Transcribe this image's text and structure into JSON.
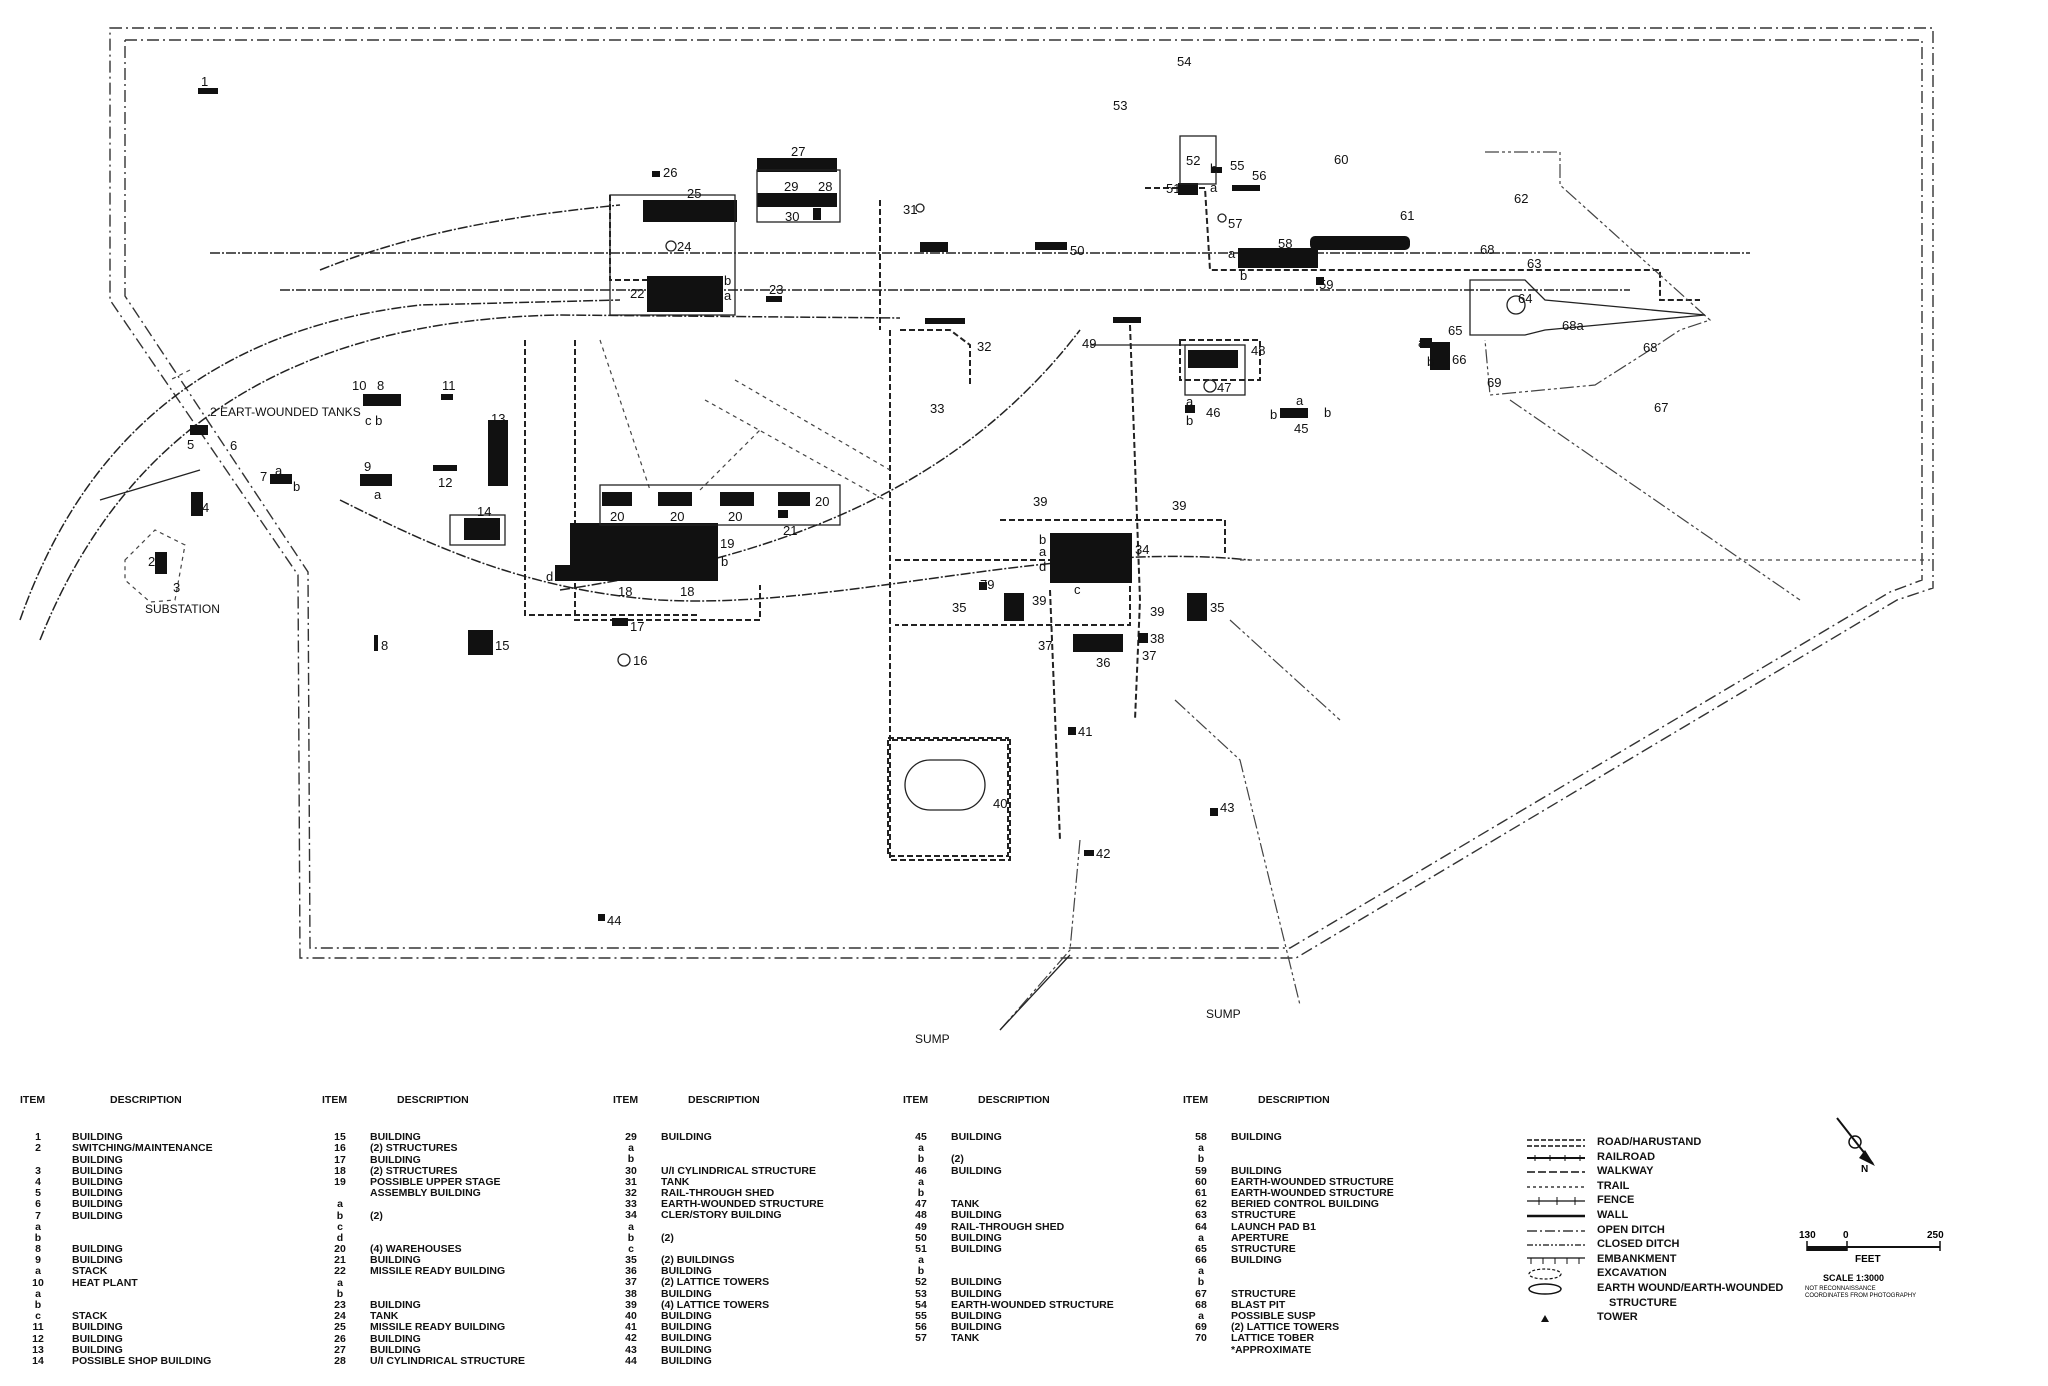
{
  "map": {
    "annotations": {
      "eart_wounded_tanks": "2 EART-WOUNDED TANKS",
      "substation": "SUBSTATION",
      "sump_left": "SUMP",
      "sump_right": "SUMP"
    },
    "labels": {
      "n1": "1",
      "n2": "2",
      "n3": "3",
      "n4": "4",
      "n5": "5",
      "n6": "6",
      "n7": "7",
      "n8": "8",
      "n8b": "8",
      "n9": "9",
      "n10": "10",
      "n11": "11",
      "n12": "12",
      "n13": "13",
      "n14": "14",
      "n15": "15",
      "n16": "16",
      "n17": "17",
      "n18a": "18",
      "n18b": "18",
      "n19": "19",
      "n20a": "20",
      "n20b": "20",
      "n20c": "20",
      "n20d": "20",
      "n21": "21",
      "n22": "22",
      "n23": "23",
      "n24": "24",
      "n25": "25",
      "n26": "26",
      "n27": "27",
      "n28": "28",
      "n29": "29",
      "n30": "30",
      "n31": "31",
      "n32": "32",
      "n33": "33",
      "n34": "34",
      "n35a": "35",
      "n35b": "35",
      "n36": "36",
      "n37a": "37",
      "n37b": "37",
      "n38": "38",
      "n39a": "39",
      "n39b": "39",
      "n39c": "39",
      "n39d": "39",
      "n40": "40",
      "n41": "41",
      "n42": "42",
      "n43": "43",
      "n44": "44",
      "n45": "45",
      "n46": "46",
      "n47": "47",
      "n48": "48",
      "n49": "49",
      "n50": "50",
      "n51": "51",
      "n52": "52",
      "n53": "53",
      "n54": "54",
      "n55": "55",
      "n56": "56",
      "n57": "57",
      "n58": "58",
      "n59": "59",
      "n60": "60",
      "n61": "61",
      "n62": "62",
      "n63": "63",
      "n64": "64",
      "n65": "65",
      "n66": "66",
      "n67": "67",
      "n68a": "68",
      "n68b": "68",
      "n68c": "68a",
      "n69": "69",
      "n79": "79"
    },
    "letters": {
      "a": "a",
      "b": "b",
      "c": "c",
      "d": "d",
      "cb": "c b"
    }
  },
  "columns": [
    {
      "head_item": "ITEM",
      "head_desc": "DESCRIPTION",
      "rows": [
        [
          "",
          ""
        ],
        [
          "1",
          "BUILDING"
        ],
        [
          "2",
          "SWITCHING/MAINTENANCE"
        ],
        [
          "",
          "  BUILDING"
        ],
        [
          "3",
          "BUILDING"
        ],
        [
          "4",
          "BUILDING"
        ],
        [
          "5",
          "BUILDING"
        ],
        [
          "6",
          "BUILDING"
        ],
        [
          "7",
          "BUILDING"
        ],
        [
          "a",
          ""
        ],
        [
          "b",
          ""
        ],
        [
          "8",
          "BUILDING"
        ],
        [
          "9",
          "BUILDING"
        ],
        [
          "a",
          "STACK"
        ],
        [
          "10",
          "HEAT PLANT"
        ],
        [
          "a",
          ""
        ],
        [
          "b",
          ""
        ],
        [
          "c",
          "STACK"
        ],
        [
          "11",
          "BUILDING"
        ],
        [
          "12",
          "BUILDING"
        ],
        [
          "13",
          "BUILDING"
        ],
        [
          "14",
          "POSSIBLE SHOP BUILDING"
        ]
      ]
    },
    {
      "head_item": "ITEM",
      "head_desc": "DESCRIPTION",
      "rows": [
        [
          "",
          ""
        ],
        [
          "15",
          "BUILDING"
        ],
        [
          "16",
          "(2) STRUCTURES"
        ],
        [
          "17",
          "BUILDING"
        ],
        [
          "18",
          "(2) STRUCTURES"
        ],
        [
          "19",
          "POSSIBLE UPPER STAGE"
        ],
        [
          "",
          "  ASSEMBLY BUILDING"
        ],
        [
          "a",
          ""
        ],
        [
          "b",
          "(2)"
        ],
        [
          "c",
          ""
        ],
        [
          "d",
          ""
        ],
        [
          "20",
          "(4) WAREHOUSES"
        ],
        [
          "21",
          "BUILDING"
        ],
        [
          "22",
          "MISSILE READY BUILDING"
        ],
        [
          "a",
          ""
        ],
        [
          "b",
          ""
        ],
        [
          "23",
          "BUILDING"
        ],
        [
          "24",
          "TANK"
        ],
        [
          "25",
          "MISSILE READY BUILDING"
        ],
        [
          "26",
          "BUILDING"
        ],
        [
          "27",
          "BUILDING"
        ],
        [
          "28",
          "U/I CYLINDRICAL STRUCTURE"
        ]
      ]
    },
    {
      "head_item": "ITEM",
      "head_desc": "DESCRIPTION",
      "rows": [
        [
          "29",
          "BUILDING"
        ],
        [
          "a",
          ""
        ],
        [
          "b",
          ""
        ],
        [
          "30",
          "U/I CYLINDRICAL STRUCTURE"
        ],
        [
          "31",
          "TANK"
        ],
        [
          "32",
          "RAIL-THROUGH SHED"
        ],
        [
          "33",
          "EARTH-WOUNDED STRUCTURE"
        ],
        [
          "34",
          "CLER/STORY BUILDING"
        ],
        [
          "a",
          ""
        ],
        [
          "b",
          "(2)"
        ],
        [
          "c",
          ""
        ],
        [
          "35",
          "(2) BUILDINGS"
        ],
        [
          "36",
          "BUILDING"
        ],
        [
          "37",
          "(2) LATTICE TOWERS"
        ],
        [
          "38",
          "BUILDING"
        ],
        [
          "39",
          "(4) LATTICE TOWERS"
        ],
        [
          "40",
          "BUILDING"
        ],
        [
          "41",
          "BUILDING"
        ],
        [
          "42",
          "BUILDING"
        ],
        [
          "43",
          "BUILDING"
        ],
        [
          "44",
          "BUILDING"
        ]
      ]
    },
    {
      "head_item": "ITEM",
      "head_desc": "DESCRIPTION",
      "rows": [
        [
          "45",
          "BUILDING"
        ],
        [
          "a",
          ""
        ],
        [
          "b",
          "(2)"
        ],
        [
          "46",
          "BUILDING"
        ],
        [
          "a",
          ""
        ],
        [
          "b",
          ""
        ],
        [
          "47",
          "TANK"
        ],
        [
          "48",
          "BUILDING"
        ],
        [
          "49",
          "RAIL-THROUGH SHED"
        ],
        [
          "50",
          "BUILDING"
        ],
        [
          "51",
          "BUILDING"
        ],
        [
          "a",
          ""
        ],
        [
          "b",
          ""
        ],
        [
          "52",
          "BUILDING"
        ],
        [
          "53",
          "BUILDING"
        ],
        [
          "54",
          "EARTH-WOUNDED STRUCTURE"
        ],
        [
          "55",
          "BUILDING"
        ],
        [
          "56",
          "BUILDING"
        ],
        [
          "57",
          "TANK"
        ]
      ]
    },
    {
      "head_item": "ITEM",
      "head_desc": "DESCRIPTION",
      "rows": [
        [
          "58",
          "BUILDING"
        ],
        [
          "a",
          ""
        ],
        [
          "b",
          ""
        ],
        [
          "59",
          "BUILDING"
        ],
        [
          "60",
          "EARTH-WOUNDED STRUCTURE"
        ],
        [
          "61",
          "EARTH-WOUNDED STRUCTURE"
        ],
        [
          "62",
          "BERIED CONTROL BUILDING"
        ],
        [
          "63",
          "STRUCTURE"
        ],
        [
          "64",
          "LAUNCH PAD B1"
        ],
        [
          "a",
          "APERTURE"
        ],
        [
          "65",
          "STRUCTURE"
        ],
        [
          "66",
          "BUILDING"
        ],
        [
          "a",
          ""
        ],
        [
          "b",
          ""
        ],
        [
          "67",
          "STRUCTURE"
        ],
        [
          "68",
          "BLAST PIT"
        ],
        [
          "a",
          "POSSIBLE SUSP"
        ],
        [
          "69",
          "(2) LATTICE TOWERS"
        ],
        [
          "70",
          "LATTICE TOBER"
        ],
        [
          "",
          "*APPROXIMATE"
        ]
      ]
    }
  ],
  "symbol_legend": [
    {
      "icon": "road-harustand-symbol",
      "label": "ROAD/HARUSTAND"
    },
    {
      "icon": "railroad-symbol",
      "label": "RAILROAD"
    },
    {
      "icon": "walkway-symbol",
      "label": "WALKWAY"
    },
    {
      "icon": "trail-symbol",
      "label": "TRAIL"
    },
    {
      "icon": "fence-symbol",
      "label": "FENCE"
    },
    {
      "icon": "wall-symbol",
      "label": "WALL"
    },
    {
      "icon": "open-ditch-symbol",
      "label": "OPEN DITCH"
    },
    {
      "icon": "closed-ditch-symbol",
      "label": "CLOSED DITCH"
    },
    {
      "icon": "embankment-symbol",
      "label": "EMBANKMENT"
    },
    {
      "icon": "excavation-symbol",
      "label": "EXCAVATION"
    },
    {
      "icon": "earth-wound-symbol",
      "label": "EARTH WOUND/EARTH-WOUNDED"
    },
    {
      "icon": "",
      "label": "STRUCTURE"
    },
    {
      "icon": "tower-symbol",
      "label": "TOWER"
    }
  ],
  "scale": {
    "left_tick": "130",
    "zero_tick": "0",
    "right_tick": "250",
    "unit": "FEET",
    "scale_text": "SCALE 1:3000",
    "north_letter": "N",
    "fine_print_1": "NOT RECONNAISSANCE",
    "fine_print_2": "COORDINATES FROM PHOTOGRAPHY"
  }
}
